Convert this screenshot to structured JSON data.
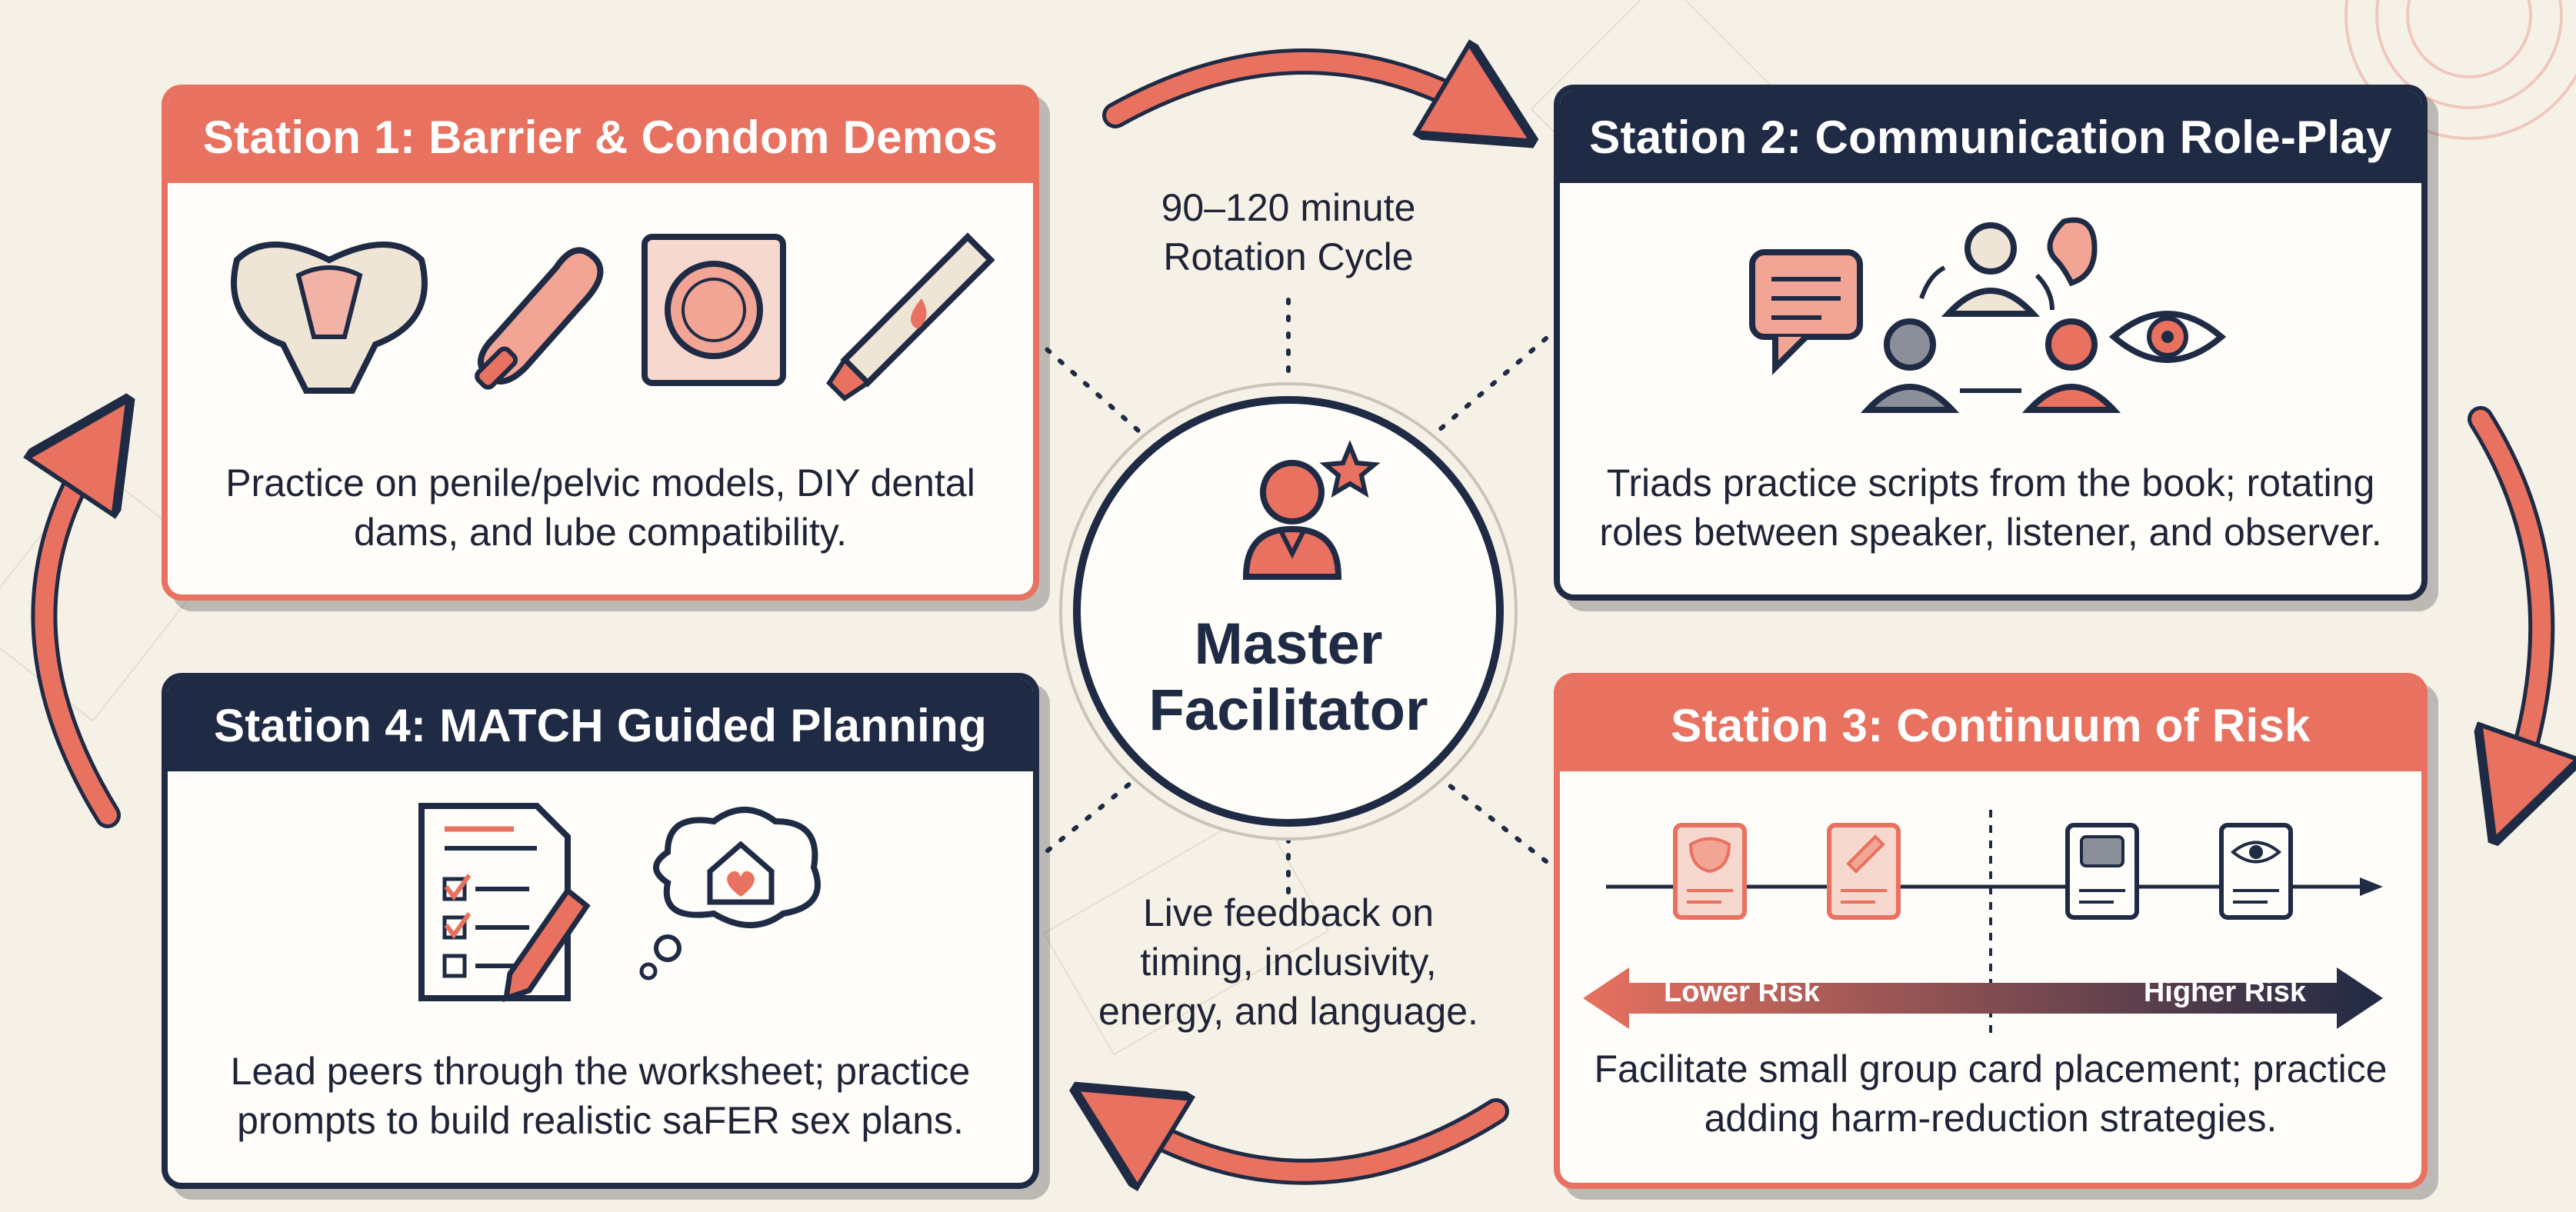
{
  "center": {
    "title": "Master\nFacilitator"
  },
  "cycle_note": "90–120 minute\nRotation Cycle",
  "feedback_note": "Live feedback on\ntiming, inclusivity,\nenergy, and language.",
  "stations": [
    {
      "title": "Station 1: Barrier & Condom Demos",
      "description": "Practice on penile/pelvic models, DIY dental dams, and lube compatibility.",
      "icons": [
        "pelvis-model-icon",
        "condom-icon",
        "condom-wrapper-icon",
        "lube-tube-icon"
      ]
    },
    {
      "title": "Station 2: Communication Role-Play",
      "description": "Triads practice scripts from the book; rotating roles between speaker, listener, and observer.",
      "icons": [
        "speech-bubble-icon",
        "listener-ear-icon",
        "observer-eye-icon",
        "triad-people-icon"
      ]
    },
    {
      "title": "Station 3: Continuum of Risk",
      "description": "Facilitate small group card placement; practice adding harm-reduction strategies.",
      "scale": {
        "low_label": "Lower Risk",
        "high_label": "Higher Risk"
      },
      "icons": [
        "risk-card-pelvis-icon",
        "risk-card-condom-icon",
        "risk-card-chat-icon",
        "risk-card-eye-icon"
      ]
    },
    {
      "title": "Station 4: MATCH Guided Planning",
      "description": "Lead peers through the worksheet; practice prompts to build realistic saFER sex plans.",
      "icons": [
        "checklist-pencil-icon",
        "thought-home-heart-icon"
      ]
    }
  ],
  "colors": {
    "navy": "#1f2a44",
    "coral": "#e8715f",
    "background": "#f6f1e7",
    "card": "#fffdf9"
  }
}
